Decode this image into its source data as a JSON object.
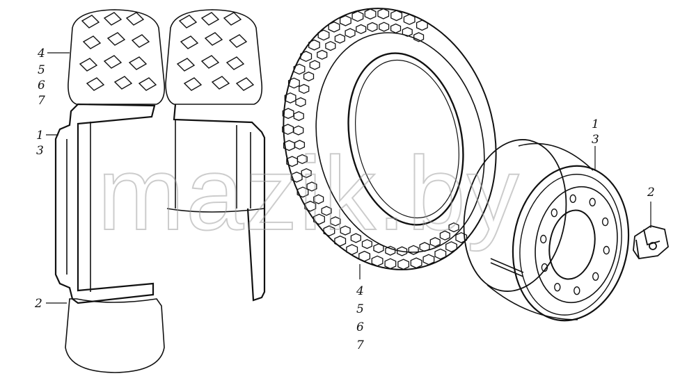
{
  "watermark": "mazik.by",
  "colors": {
    "line": "#111111",
    "paper": "#ffffff",
    "watermark": "#9a9a9a"
  },
  "callouts": {
    "section": {
      "tire_parts": [
        "4",
        "5",
        "6",
        "7"
      ],
      "rim_parts": [
        "1",
        "3"
      ],
      "valve_part": "2"
    },
    "tire": [
      "4",
      "5",
      "6",
      "7"
    ],
    "wheel": [
      "1",
      "3"
    ],
    "insert": "2"
  }
}
